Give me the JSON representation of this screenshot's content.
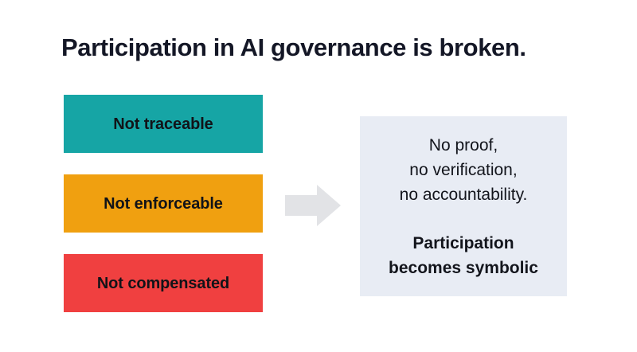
{
  "slide": {
    "background_color": "#ffffff",
    "title": "Participation in AI governance is broken."
  },
  "problem_blocks": [
    {
      "label": "Not traceable",
      "color": "#16a5a5",
      "text_color": "#111318"
    },
    {
      "label": "Not enforceable",
      "color": "#f0a010",
      "text_color": "#111318"
    },
    {
      "label": "Not compensated",
      "color": "#f04040",
      "text_color": "#111318"
    }
  ],
  "arrow": {
    "icon": "right-arrow-icon",
    "color": "#e2e3e6",
    "direction": "right"
  },
  "consequence_panel": {
    "background_color": "#e8ecf4",
    "primary_text": "No proof,\nno verification,\nno accountability.",
    "secondary_text": "Participation\nbecomes symbolic"
  }
}
